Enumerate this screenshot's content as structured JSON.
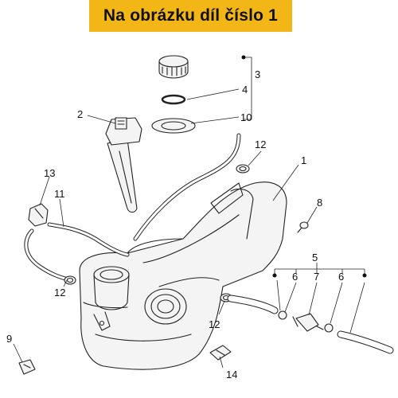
{
  "banner": {
    "title": "Na obrázku díl číslo 1",
    "color": "#f2b617"
  },
  "callouts": {
    "c1": "1",
    "c2": "2",
    "c3": "3",
    "c4": "4",
    "c5": "5",
    "c6a": "6",
    "c6b": "6",
    "c7": "7",
    "c8": "8",
    "c9": "9",
    "c10": "10",
    "c11": "11",
    "c12a": "12",
    "c12b": "12",
    "c12c": "12",
    "c13": "13",
    "c14": "14"
  }
}
